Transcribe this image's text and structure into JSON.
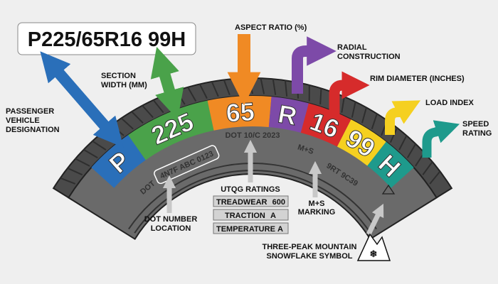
{
  "size_code": "P225/65R16 99H",
  "bands": [
    {
      "code": "P",
      "color": "#2a6fb9"
    },
    {
      "code": "225",
      "color": "#4aa24a"
    },
    {
      "code": "65",
      "color": "#f08a24"
    },
    {
      "code": "R",
      "color": "#7d4aa8"
    },
    {
      "code": "16",
      "color": "#d62b2b"
    },
    {
      "code": "99",
      "color": "#f5d020"
    },
    {
      "code": "H",
      "color": "#1e9a8c"
    }
  ],
  "labels": {
    "passenger": [
      "PASSENGER",
      "VEHICLE",
      "DESIGNATION"
    ],
    "section_width": [
      "SECTION",
      "WIDTH (MM)"
    ],
    "aspect_ratio": "ASPECT RATIO (%)",
    "radial": [
      "RADIAL",
      "CONSTRUCTION"
    ],
    "rim_diameter": "RIM DIAMETER (INCHES)",
    "load_index": "LOAD INDEX",
    "speed_rating": [
      "SPEED",
      "RATING"
    ],
    "dot_number": [
      "DOT NUMBER",
      "LOCATION"
    ],
    "utqg_title": "UTQG RATINGS",
    "ms_marking": [
      "M+S",
      "MARKING"
    ],
    "snowflake": [
      "THREE-PEAK MOUNTAIN",
      "SNOWFLAKE SYMBOL"
    ]
  },
  "sidewall_text": {
    "dot_prefix": "DOT",
    "dot_code": "4N7F ABC 0123",
    "dot_date": "DOT 10/C 2023",
    "ms": "M+S",
    "extra": "9RT 9C39"
  },
  "utqg": [
    {
      "name": "TREADWEAR",
      "value": "600"
    },
    {
      "name": "TRACTION",
      "value": "A"
    },
    {
      "name": "TEMPERATURE",
      "value": "A"
    }
  ],
  "colors": {
    "tire": "#5a5a5a",
    "tread": "#4a4a4a",
    "arrow_gray": "#c8c8c8"
  }
}
